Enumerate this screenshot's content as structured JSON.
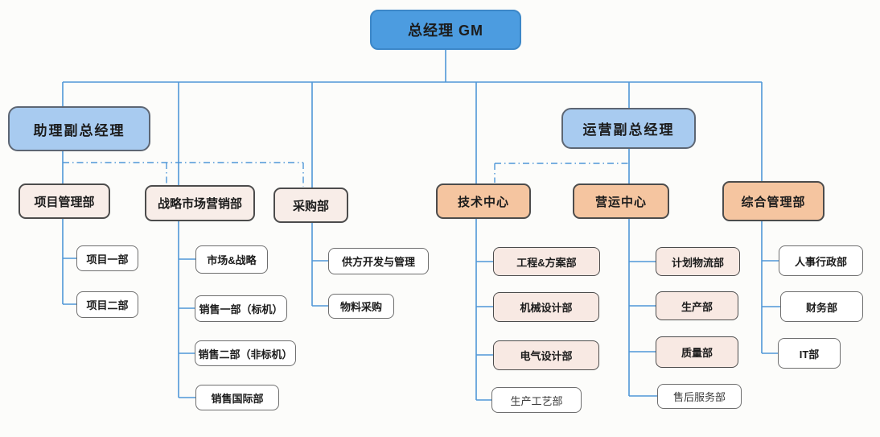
{
  "diagram": {
    "type": "org-chart",
    "root": {
      "label": "总经理 GM"
    },
    "deputies": [
      {
        "label": "助理副总经理"
      },
      {
        "label": "运营副总经理"
      }
    ],
    "departments": [
      {
        "label": "项目管理部",
        "children": [
          {
            "label": "项目一部"
          },
          {
            "label": "项目二部"
          }
        ]
      },
      {
        "label": "战略市场营销部",
        "children": [
          {
            "label": "市场&战略"
          },
          {
            "label": "销售一部（标机）"
          },
          {
            "label": "销售二部（非标机）"
          },
          {
            "label": "销售国际部"
          }
        ]
      },
      {
        "label": "采购部",
        "children": [
          {
            "label": "供方开发与管理"
          },
          {
            "label": "物料采购"
          }
        ]
      },
      {
        "label": "技术中心",
        "children": [
          {
            "label": "工程&方案部"
          },
          {
            "label": "机械设计部"
          },
          {
            "label": "电气设计部"
          },
          {
            "label": "生产工艺部"
          }
        ]
      },
      {
        "label": "营运中心",
        "children": [
          {
            "label": "计划物流部"
          },
          {
            "label": "生产部"
          },
          {
            "label": "质量部"
          },
          {
            "label": "售后服务部"
          }
        ]
      },
      {
        "label": "综合管理部",
        "children": [
          {
            "label": "人事行政部"
          },
          {
            "label": "财务部"
          },
          {
            "label": "IT部"
          }
        ]
      }
    ],
    "dotted_links": [
      {
        "from": "助理副总经理",
        "to": "战略市场营销部"
      },
      {
        "from": "助理副总经理",
        "to": "采购部"
      },
      {
        "from": "运营副总经理",
        "to": "技术中心"
      }
    ],
    "colors": {
      "root_fill": "#4C9CE0",
      "deputy_fill": "#A8CBF0",
      "dept_left_fill": "#F8EDE8",
      "dept_right_fill": "#F5C5A0",
      "sub_highlight_fill": "#F8E9E3",
      "sub_fill": "#FFFFFF",
      "connector": "#4F97D8"
    }
  }
}
